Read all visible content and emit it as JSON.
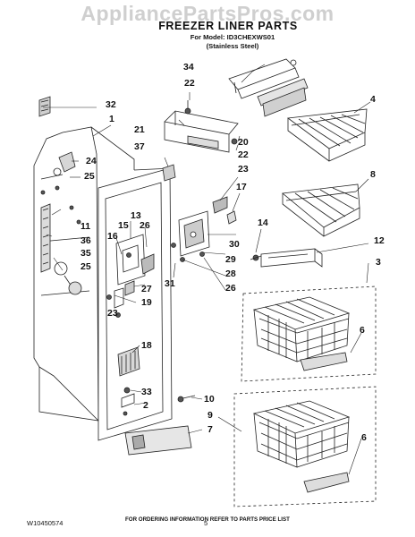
{
  "watermark": "AppliancePartsPros.com",
  "title": "FREEZER LINER PARTS",
  "model_line": "For Model: ID3CHEXWS01",
  "finish_line": "(Stainless Steel)",
  "callouts": {
    "c34": "34",
    "c22a": "22",
    "c32": "32",
    "c1": "1",
    "c4": "4",
    "c21": "21",
    "c20": "20",
    "c22b": "22",
    "c37": "37",
    "c23a": "23",
    "c24": "24",
    "c25a": "25",
    "c17": "17",
    "c8": "8",
    "c11": "11",
    "c13": "13",
    "c15": "15",
    "c26a": "26",
    "c16": "16",
    "c36": "36",
    "c30": "30",
    "c14": "14",
    "c12": "12",
    "c35": "35",
    "c25b": "25",
    "c29": "29",
    "c3": "3",
    "c31": "31",
    "c28": "28",
    "c27": "27",
    "c26b": "26",
    "c19": "19",
    "c23b": "23",
    "c6a": "6",
    "c18": "18",
    "c33": "33",
    "c10": "10",
    "c2": "2",
    "c9": "9",
    "c7": "7",
    "c6b": "6"
  },
  "footer_note": "FOR ORDERING INFORMATION REFER TO PARTS PRICE LIST",
  "doc_number": "W10450574",
  "page_number": "5"
}
